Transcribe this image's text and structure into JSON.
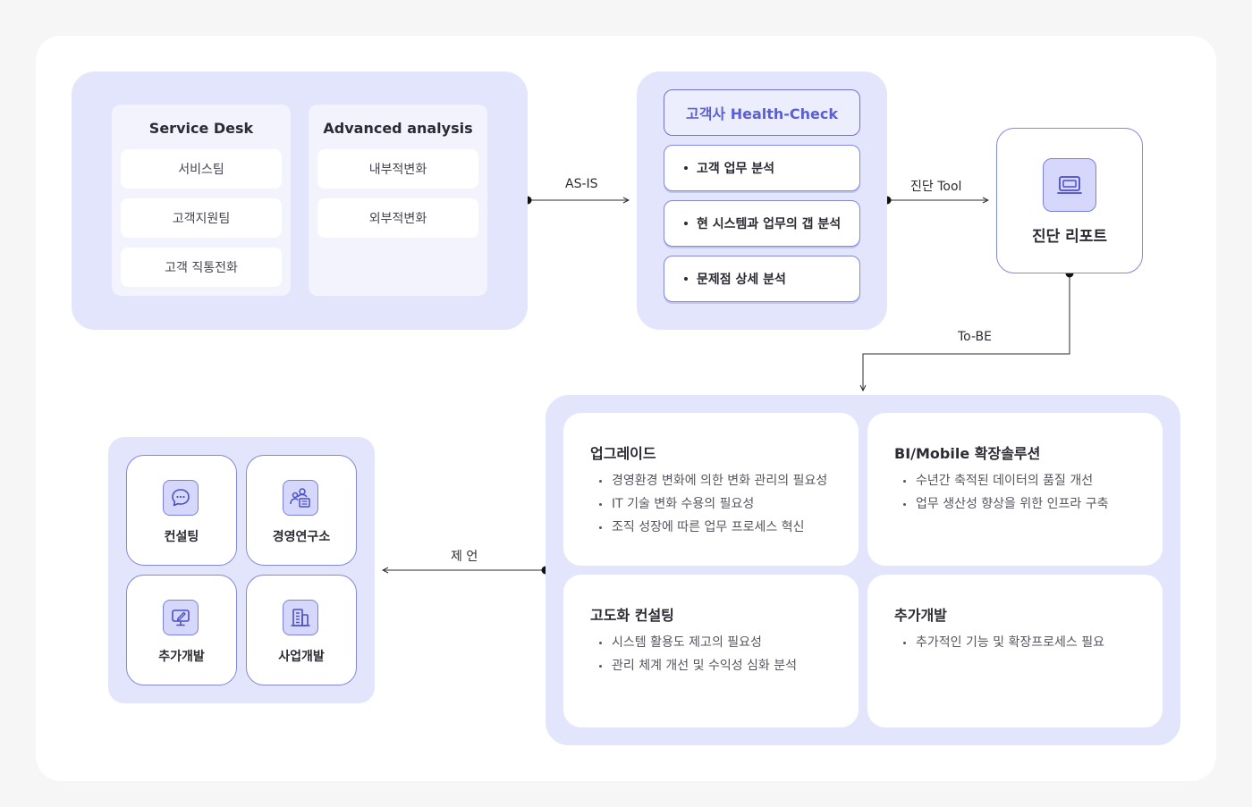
{
  "as_is": {
    "service_desk": {
      "title": "Service Desk",
      "items": [
        "서비스팀",
        "고객지원팀",
        "고객 직통전화"
      ]
    },
    "advanced_analysis": {
      "title": "Advanced analysis",
      "items": [
        "내부적변화",
        "외부적변화"
      ]
    }
  },
  "health_check": {
    "title": "고객사 Health-Check",
    "items": [
      "고객 업무 분석",
      "현 시스템과 업무의 갭 분석",
      "문제점 상세 분석"
    ]
  },
  "report": {
    "label": "진단 리포트",
    "icon": "laptop-icon"
  },
  "arrows": {
    "as_is": "AS-IS",
    "tool": "진단 Tool",
    "to_be": "To-BE",
    "proposal": "제 언"
  },
  "to_be_cards": [
    {
      "title": "업그레이드",
      "items": [
        "경영환경 변화에 의한 변화 관리의 필요성",
        "IT 기술 변화 수용의 필요성",
        "조직 성장에 따른 업무 프로세스 혁신"
      ]
    },
    {
      "title": "BI/Mobile 확장솔루션",
      "items": [
        "수년간 축적된 데이터의 품질 개선",
        "업무 생산성 향상을 위한 인프라 구축"
      ]
    },
    {
      "title": "고도화 컨설팅",
      "items": [
        "시스템 활용도 제고의 필요성",
        "관리 체계 개선 및 수익성 심화 분석"
      ]
    },
    {
      "title": "추가개발",
      "items": [
        "추가적인 기능 및 확장프로세스 필요"
      ]
    }
  ],
  "services": [
    {
      "label": "컨설팅",
      "icon": "chat-bubble-icon"
    },
    {
      "label": "경영연구소",
      "icon": "people-building-icon"
    },
    {
      "label": "추가개발",
      "icon": "monitor-edit-icon"
    },
    {
      "label": "사업개발",
      "icon": "building-icon"
    }
  ],
  "colors": {
    "panel": "#e3e5fc",
    "accent": "#5a5fd6",
    "border": "#8487de"
  }
}
